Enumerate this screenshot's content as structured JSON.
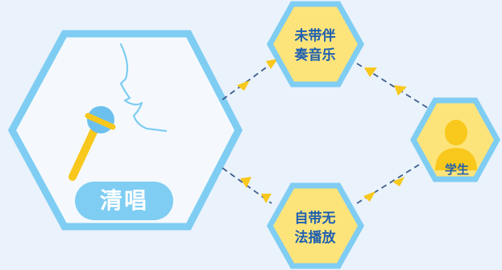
{
  "main_node": {
    "label": "清唱"
  },
  "student_node": {
    "label": "学生"
  },
  "option_nodes": {
    "top": {
      "line1": "未带伴",
      "line2": "奏音乐"
    },
    "bottom": {
      "line1": "自带无",
      "line2": "法播放"
    }
  },
  "colors": {
    "background": "#eaf2fb",
    "hex_border": "#7fcdf3",
    "hex_border_dark": "#6cc0ee",
    "small_hex_inner": "#fde47a",
    "accent_yellow": "#f8c81c",
    "text_blue": "#1f5fb0",
    "dash_line": "#3d5e8e",
    "badge_fill": "#7fcdf3"
  },
  "icons": {
    "microphone": "microphone-icon",
    "face_profile": "face-profile-icon",
    "person": "person-icon",
    "arrow": "arrow-head-icon"
  }
}
